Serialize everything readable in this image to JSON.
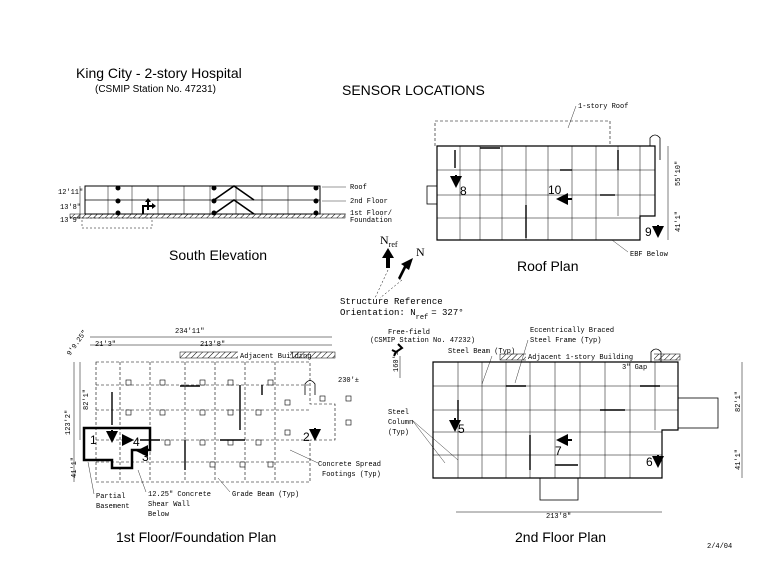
{
  "title": "King City - 2-story Hospital",
  "subtitle": "(CSMIP Station No. 47231)",
  "heading": "SENSOR LOCATIONS",
  "date": "2/4/04",
  "south_elevation": {
    "caption": "South Elevation",
    "level_roof": "Roof",
    "level_2nd": "2nd Floor",
    "level_1st": "1st Floor/",
    "level_found": "Foundation",
    "dim_1": "12'11\"",
    "dim_2": "13'8\"",
    "dim_3": "13'9\""
  },
  "roof_plan": {
    "caption": "Roof Plan",
    "note_roof": "1-story Roof",
    "note_ebf": "EBF Below",
    "dim_1": "55'10\"",
    "dim_2": "41'1\"",
    "sensors": [
      "8",
      "10",
      "9"
    ]
  },
  "north": {
    "nref": "N",
    "nref_sub": "ref",
    "n": "N",
    "orient_1": "Structure Reference",
    "orient_2_a": "Orientation: N",
    "orient_2_sub": "ref",
    "orient_2_b": "= 327°"
  },
  "first_floor": {
    "caption": "1st Floor/Foundation Plan",
    "dim_total": "234'11\"",
    "dim_left": "21'3\"",
    "dim_right": "213'8\"",
    "dim_small": "9'9.25\"",
    "dim_v1": "82'1\"",
    "dim_v2": "123'2\"",
    "dim_v3": "41'1\"",
    "adjacent": "Adjacent Building",
    "dim_230": "230'±",
    "note_spread_1": "Concrete Spread",
    "note_spread_2": "Footings (Typ)",
    "note_grade": "Grade Beam (Typ)",
    "note_shear_1": "12.25\" Concrete",
    "note_shear_2": "Shear Wall",
    "note_shear_3": "Below",
    "note_basement_1": "Partial",
    "note_basement_2": "Basement",
    "sensors": [
      "1",
      "4",
      "3",
      "2"
    ]
  },
  "free_field": {
    "line1": "Free-field",
    "line2": "(CSMIP Station No. 47232)",
    "dim": "160'±"
  },
  "second_floor": {
    "caption": "2nd Floor Plan",
    "note_ebf_1": "Eccentrically Braced",
    "note_ebf_2": "Steel Frame (Typ)",
    "note_beam": "Steel Beam (Typ)",
    "note_adjacent": "Adjacent 1-story Building",
    "note_gap": "3\" Gap",
    "note_col_1": "Steel",
    "note_col_2": "Column",
    "note_col_3": "(Typ)",
    "dim_1": "82'1\"",
    "dim_2": "41'1\"",
    "dim_bottom": "213'8\"",
    "sensors": [
      "5",
      "7",
      "6"
    ]
  }
}
